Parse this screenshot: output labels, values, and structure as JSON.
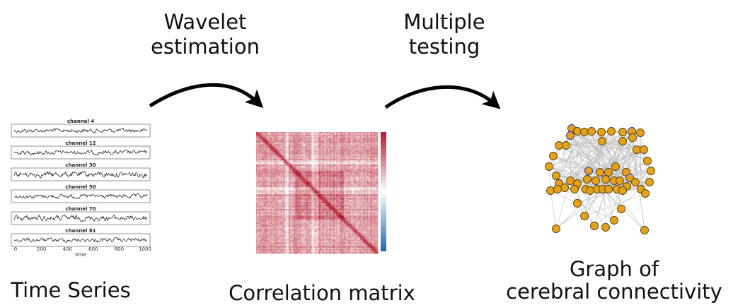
{
  "steps": {
    "wavelet_line1": "Wavelet",
    "wavelet_line2": "estimation",
    "testing_line1": "Multiple",
    "testing_line2": "testing"
  },
  "captions": {
    "time_series": "Time Series",
    "correlation": "Correlation matrix",
    "graph_line1": "Graph of",
    "graph_line2": "cerebral connectivity"
  },
  "time_series": {
    "channels": [
      "channel 4",
      "channel 12",
      "channel 30",
      "channel 50",
      "channel 70",
      "channel 81"
    ],
    "x_ticks": [
      "0",
      "200",
      "400",
      "600",
      "800",
      "1000"
    ],
    "x_label": "time"
  },
  "graph": {
    "node_count": 60,
    "node_color": "#e3a21c",
    "edge_color": "#bdbdbd"
  },
  "matrix": {
    "size": 90,
    "colormap": [
      "#2166ac",
      "#ffffff",
      "#b2182b"
    ]
  }
}
